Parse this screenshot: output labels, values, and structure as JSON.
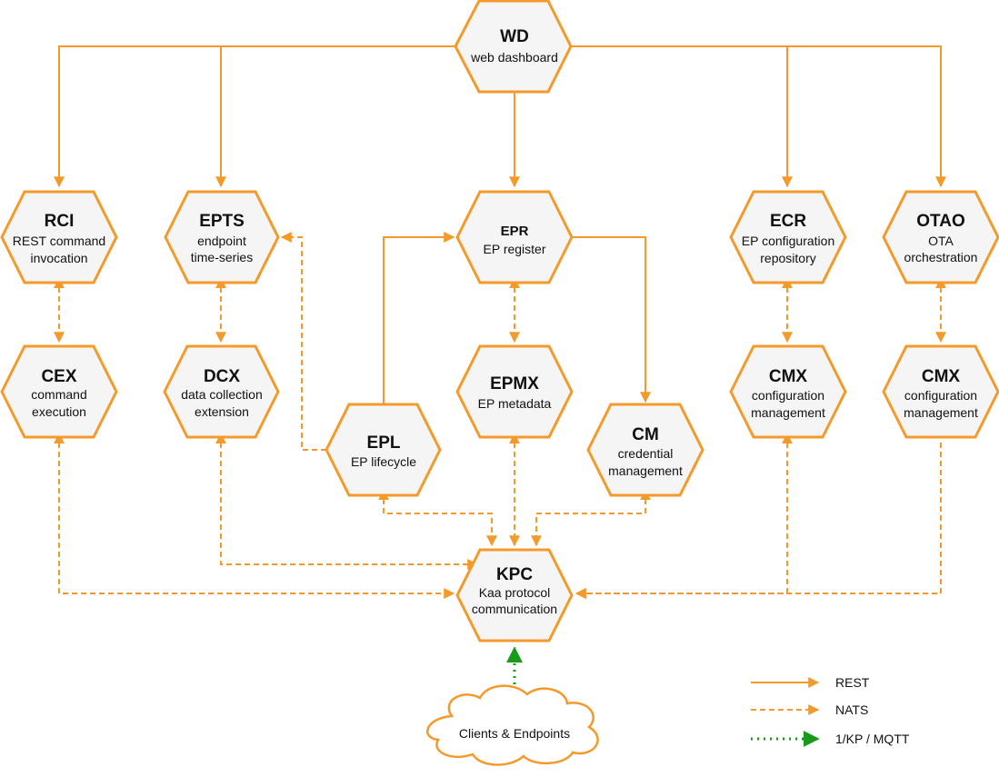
{
  "colors": {
    "accent": "#f39a2b",
    "node_fill": "#f5f5f5",
    "kp": "#1a9a1a"
  },
  "nodes": {
    "wd": {
      "abbr": "WD",
      "lines": [
        "web dashboard"
      ]
    },
    "rci": {
      "abbr": "RCI",
      "lines": [
        "REST command",
        "invocation"
      ]
    },
    "epts": {
      "abbr": "EPTS",
      "lines": [
        "endpoint",
        "time-series"
      ]
    },
    "epr": {
      "abbr": "EPR",
      "lines": [
        "EP register"
      ]
    },
    "ecr": {
      "abbr": "ECR",
      "lines": [
        "EP configuration",
        "repository"
      ]
    },
    "otao": {
      "abbr": "OTAO",
      "lines": [
        "OTA",
        "orchestration"
      ]
    },
    "cex": {
      "abbr": "CEX",
      "lines": [
        "command",
        "execution"
      ]
    },
    "dcx": {
      "abbr": "DCX",
      "lines": [
        "data collection",
        "extension"
      ]
    },
    "epmx": {
      "abbr": "EPMX",
      "lines": [
        "EP metadata"
      ]
    },
    "cmx1": {
      "abbr": "CMX",
      "lines": [
        "configuration",
        "management"
      ]
    },
    "cmx2": {
      "abbr": "CMX",
      "lines": [
        "configuration",
        "management"
      ]
    },
    "epl": {
      "abbr": "EPL",
      "lines": [
        "EP lifecycle"
      ]
    },
    "cm": {
      "abbr": "CM",
      "lines": [
        "credential",
        "management"
      ]
    },
    "kpc": {
      "abbr": "KPC",
      "lines": [
        "Kaa protocol",
        "communication"
      ]
    }
  },
  "cloud_label": "Clients & Endpoints",
  "legend": {
    "rest": "REST",
    "nats": "NATS",
    "kp": "1/KP / MQTT"
  }
}
